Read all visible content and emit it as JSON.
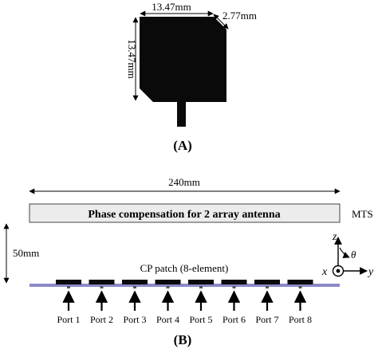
{
  "panel_a": {
    "top_dim": "13.47mm",
    "left_dim": "13.47mm",
    "corner_dim": "2.77mm",
    "label": "(A)"
  },
  "panel_b": {
    "width_dim": "240mm",
    "mts_text": "Phase compensation for 2 array antenna",
    "mts_label": "MTS",
    "height_dim": "50mm",
    "patch_label": "CP patch (8-element)",
    "ports": [
      "Port 1",
      "Port 2",
      "Port 3",
      "Port 4",
      "Port 5",
      "Port 6",
      "Port 7",
      "Port 8"
    ],
    "label": "(B)",
    "axes": {
      "z": "z",
      "x": "x",
      "y": "y",
      "theta": "θ"
    }
  },
  "colors": {
    "patch_fill": "#0a0a0a",
    "substrate": "#8a8ac8",
    "mts_fill": "#ececec"
  }
}
